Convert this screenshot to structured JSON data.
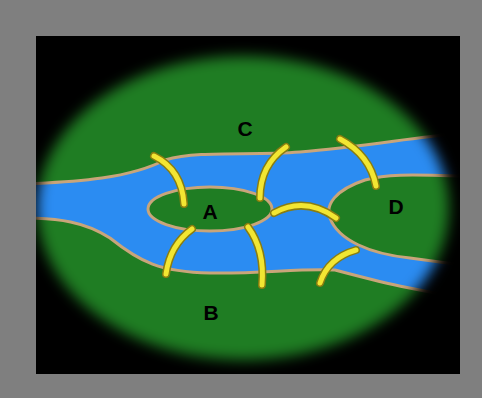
{
  "diagram": {
    "labels": [
      "C",
      "A",
      "D",
      "B"
    ]
  }
}
